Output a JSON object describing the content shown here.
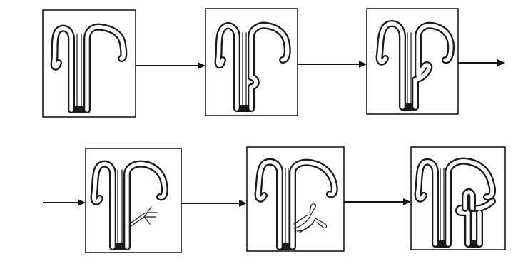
{
  "figure": {
    "stroke_color": "#1a1a1a",
    "background": "#ffffff",
    "stages": [
      {
        "stage": 1,
        "variant": "normal"
      },
      {
        "stage": 2,
        "variant": "small-bulge"
      },
      {
        "stage": 3,
        "variant": "hook-branch"
      },
      {
        "stage": 4,
        "variant": "small-ovary-branch"
      },
      {
        "stage": 5,
        "variant": "large-ovary-branch"
      },
      {
        "stage": 6,
        "variant": "separate-second-organ"
      }
    ],
    "arrows": [
      {
        "from": 1,
        "to": 2
      },
      {
        "from": 2,
        "to": 3
      },
      {
        "from": 3,
        "to": "continue"
      },
      {
        "from": "continue",
        "to": 4
      },
      {
        "from": 4,
        "to": 5
      },
      {
        "from": 5,
        "to": 6
      }
    ]
  }
}
